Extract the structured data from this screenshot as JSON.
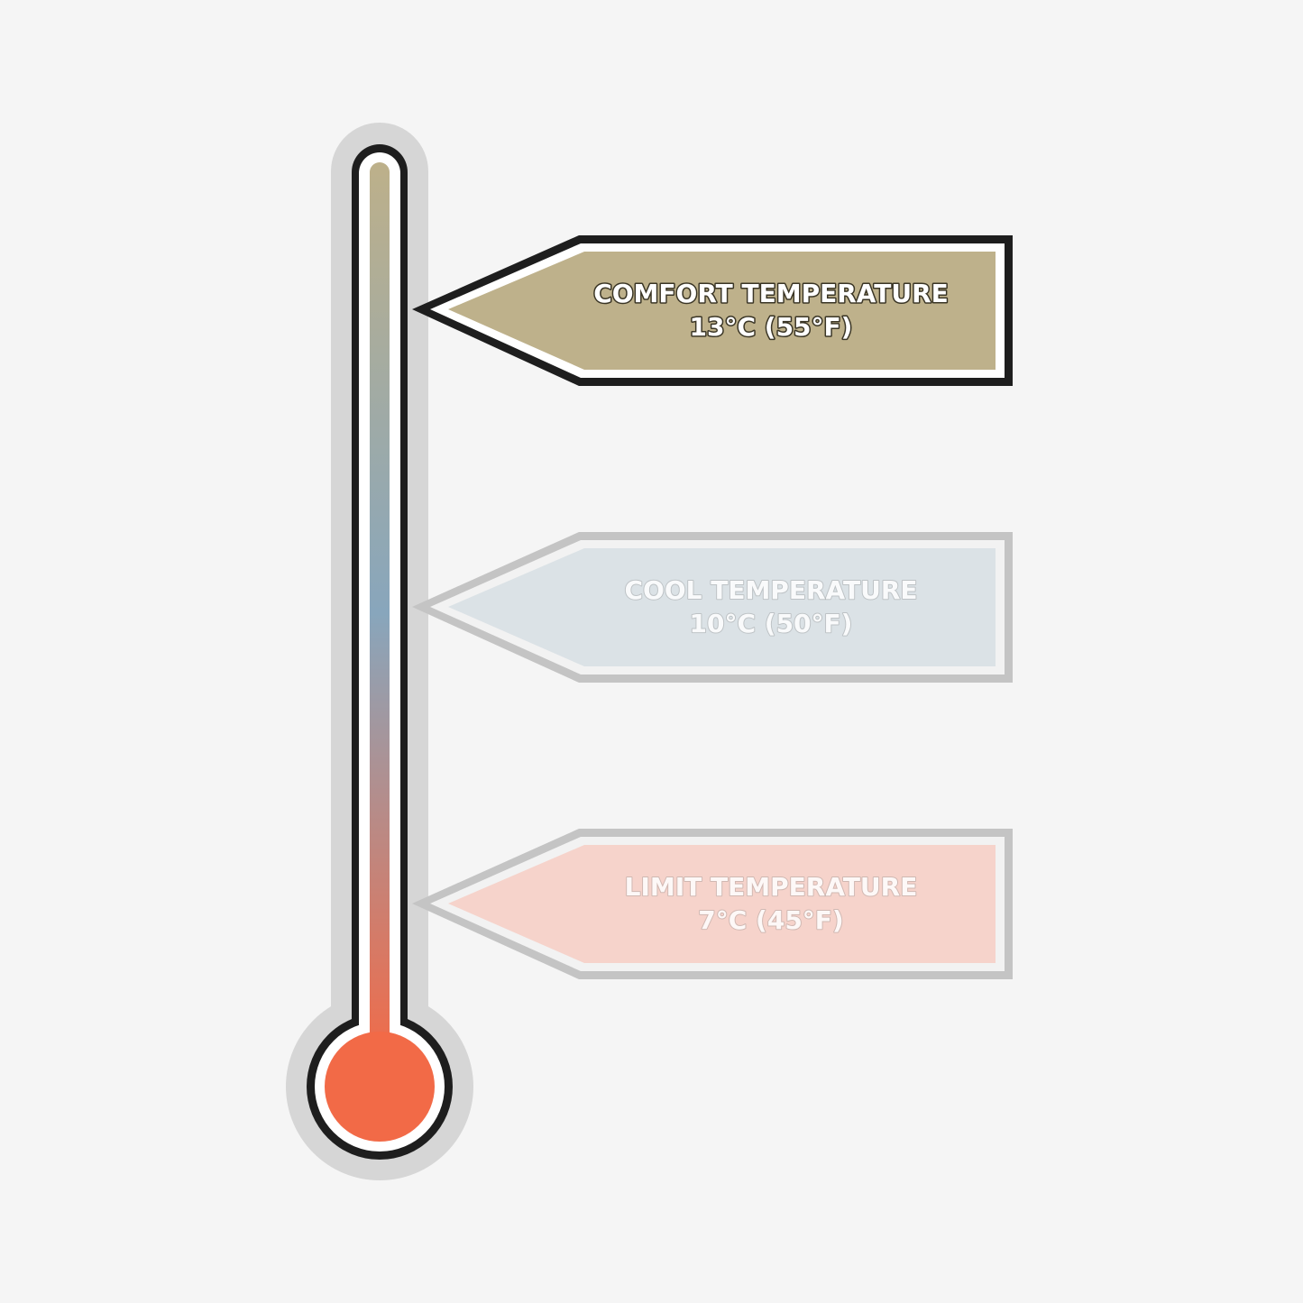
{
  "thermometer": {
    "fill_top_color": "#bdb08a",
    "fill_mid_color": "#88a6bc",
    "fill_bottom_color": "#f26a47",
    "halo_color": "#d6d6d6",
    "outline_color": "#1e1e1e"
  },
  "markers": [
    {
      "id": "comfort",
      "state": "active",
      "title": "COMFORT TEMPERATURE",
      "value": "13°C (55°F)",
      "fill_color": "#beb18b",
      "border_color": "#1e1e1e"
    },
    {
      "id": "cool",
      "state": "inactive",
      "title": "COOL TEMPERATURE",
      "value": "10°C (50°F)",
      "fill_color": "#dbe2e6",
      "border_color": "#c4c4c4"
    },
    {
      "id": "limit",
      "state": "inactive",
      "title": "LIMIT TEMPERATURE",
      "value": "7°C (45°F)",
      "fill_color": "#f6d3cb",
      "border_color": "#c4c4c4"
    }
  ]
}
